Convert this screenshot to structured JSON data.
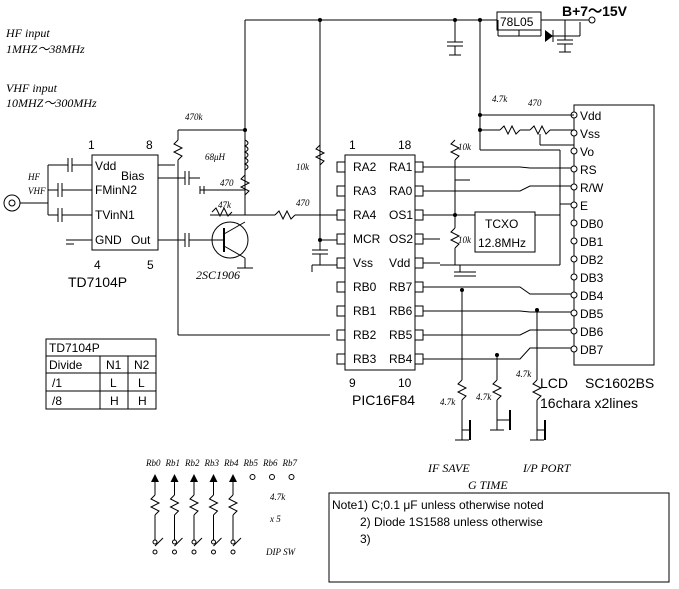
{
  "notes_top": {
    "hf_title": "HF input",
    "hf_range": "1MHZ～38MHz",
    "vhf_title": "VHF input",
    "vhf_range": "10MHZ～300MHz"
  },
  "power": {
    "supply": "B+7～15V",
    "regulator": "78L05"
  },
  "td7104": {
    "part": "TD7104P",
    "pins": {
      "p1": "1",
      "p8": "8",
      "p4": "4",
      "p5": "5"
    },
    "labels": [
      "Vdd",
      "Bias",
      "FMinN2",
      "TVinN1",
      "GND",
      "Out"
    ],
    "hf_in": "HF",
    "vhf_in": "VHF"
  },
  "transistor": {
    "part": "2SC1906",
    "inductor": "68μH"
  },
  "resistors": {
    "r470k": "470k",
    "r470a": "470",
    "r47k": "47k",
    "r10k_a": "10k",
    "r470b": "470",
    "r10k_b": "10k",
    "r10k_c": "10k",
    "r47k_lcd": "4.7k",
    "r470_lcd": "470",
    "r47k_sw1": "4.7k",
    "r47k_sw2": "4.7k",
    "r47k_sw3": "4.7k",
    "dip_r": "4.7k",
    "dip_x5": "x 5"
  },
  "pic": {
    "part": "PIC16F84",
    "p1": "1",
    "p18": "18",
    "p9": "9",
    "p10": "10",
    "left": [
      "RA2",
      "RA3",
      "RA4",
      "MCR",
      "Vss",
      "RB0",
      "RB1",
      "RB2",
      "RB3"
    ],
    "right": [
      "RA1",
      "RA0",
      "OS1",
      "OS2",
      "Vdd",
      "RB7",
      "RB6",
      "RB5",
      "RB4"
    ]
  },
  "tcxo": {
    "name": "TCXO",
    "freq": "12.8MHz"
  },
  "lcd": {
    "part": "SC1602BS",
    "desc": "16chara x2lines",
    "label": "LCD",
    "pins": [
      "Vdd",
      "Vss",
      "Vo",
      "RS",
      "R/W",
      "E",
      "DB0",
      "DB1",
      "DB2",
      "DB3",
      "DB4",
      "DB5",
      "DB6",
      "DB7"
    ]
  },
  "switches": {
    "if_save": "IF SAVE",
    "ip_port": "I/P PORT",
    "g_time": "G TIME"
  },
  "divide_table": {
    "title": "TD7104P",
    "headers": [
      "Divide",
      "N1",
      "N2"
    ],
    "rows": [
      [
        "/1",
        "L",
        "L"
      ],
      [
        "/8",
        "H",
        "H"
      ]
    ]
  },
  "dip": {
    "labels": [
      "Rb0",
      "Rb1",
      "Rb2",
      "Rb3",
      "Rb4",
      "Rb5",
      "Rb6",
      "Rb7"
    ],
    "sw": "DIP SW"
  },
  "notes": {
    "n1": "Note1) C;0.1 μF   unless otherwise noted",
    "n2": "2) Diode 1S1588 unless otherwise",
    "n3": "3)"
  }
}
